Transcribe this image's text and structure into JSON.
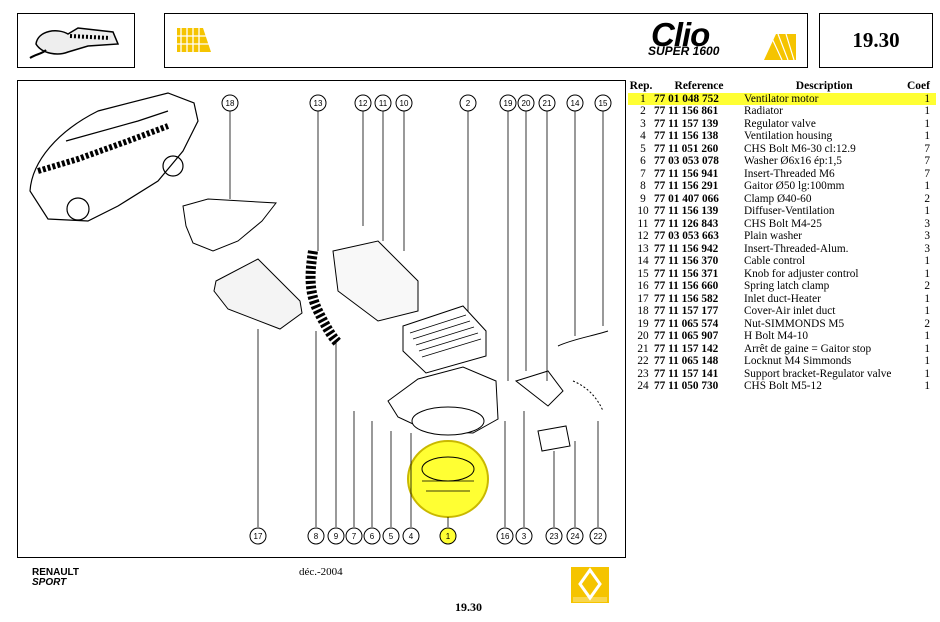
{
  "header": {
    "page_number": "19.30",
    "model": "Clio",
    "variant": "SUPER 1600"
  },
  "table": {
    "headers": {
      "rep": "Rep.",
      "reference": "Reference",
      "description": "Description",
      "coef": "Coef"
    },
    "rows": [
      {
        "rep": "1",
        "reference": "77 01 048 752",
        "description": "Ventilator motor",
        "coef": "1",
        "highlighted": true
      },
      {
        "rep": "2",
        "reference": "77 11 156 861",
        "description": "Radiator",
        "coef": "1"
      },
      {
        "rep": "3",
        "reference": "77 11 157 139",
        "description": "Regulator valve",
        "coef": "1"
      },
      {
        "rep": "4",
        "reference": "77 11 156 138",
        "description": "Ventilation housing",
        "coef": "1"
      },
      {
        "rep": "5",
        "reference": "77 11 051 260",
        "description": "CHS Bolt M6-30 cl:12.9",
        "coef": "7"
      },
      {
        "rep": "6",
        "reference": "77 03 053 078",
        "description": "Washer Ø6x16 ép:1,5",
        "coef": "7"
      },
      {
        "rep": "7",
        "reference": "77 11 156 941",
        "description": "Insert-Threaded M6",
        "coef": "7"
      },
      {
        "rep": "8",
        "reference": "77 11 156 291",
        "description": "Gaitor Ø50 lg:100mm",
        "coef": "1"
      },
      {
        "rep": "9",
        "reference": "77 01 407 066",
        "description": "Clamp Ø40-60",
        "coef": "2"
      },
      {
        "rep": "10",
        "reference": "77 11 156 139",
        "description": "Diffuser-Ventilation",
        "coef": "1"
      },
      {
        "rep": "11",
        "reference": "77 11 126 843",
        "description": "CHS Bolt M4-25",
        "coef": "3"
      },
      {
        "rep": "12",
        "reference": "77 03 053 663",
        "description": "Plain washer",
        "coef": "3"
      },
      {
        "rep": "13",
        "reference": "77 11 156 942",
        "description": "Insert-Threaded-Alum.",
        "coef": "3"
      },
      {
        "rep": "14",
        "reference": "77 11 156 370",
        "description": "Cable control",
        "coef": "1"
      },
      {
        "rep": "15",
        "reference": "77 11 156 371",
        "description": "Knob for adjuster control",
        "coef": "1"
      },
      {
        "rep": "16",
        "reference": "77 11 156 660",
        "description": "Spring latch clamp",
        "coef": "2"
      },
      {
        "rep": "17",
        "reference": "77 11 156 582",
        "description": "Inlet duct-Heater",
        "coef": "1"
      },
      {
        "rep": "18",
        "reference": "77 11 157 177",
        "description": "Cover-Air inlet duct",
        "coef": "1"
      },
      {
        "rep": "19",
        "reference": "77 11 065 574",
        "description": "Nut-SIMMONDS M5",
        "coef": "2"
      },
      {
        "rep": "20",
        "reference": "77 11 065 907",
        "description": "H Bolt M4-10",
        "coef": "1"
      },
      {
        "rep": "21",
        "reference": "77 11 157 142",
        "description": "Arrêt de gaine = Gaitor stop",
        "coef": "1"
      },
      {
        "rep": "22",
        "reference": "77 11 065 148",
        "description": "Locknut M4 Simmonds",
        "coef": "1"
      },
      {
        "rep": "23",
        "reference": "77 11 157 141",
        "description": "Support bracket-Regulator valve",
        "coef": "1"
      },
      {
        "rep": "24",
        "reference": "77 11 050 730",
        "description": "CHS Bolt M5-12",
        "coef": "1"
      }
    ]
  },
  "diagram": {
    "callouts_top": [
      "18",
      "13",
      "12",
      "11",
      "10",
      "2",
      "19",
      "20",
      "21",
      "14",
      "15"
    ],
    "callouts_bottom": [
      "17",
      "8",
      "9",
      "7",
      "6",
      "5",
      "4",
      "1",
      "16",
      "3",
      "23",
      "24",
      "22"
    ],
    "highlight_color": "#ffff33"
  },
  "footer": {
    "brand_line1": "RENAULT",
    "brand_line2": "SPORT",
    "date": "déc.-2004",
    "page_number": "19.30"
  },
  "colors": {
    "highlight": "#ffff33",
    "logo_yellow": "#f5c400"
  }
}
